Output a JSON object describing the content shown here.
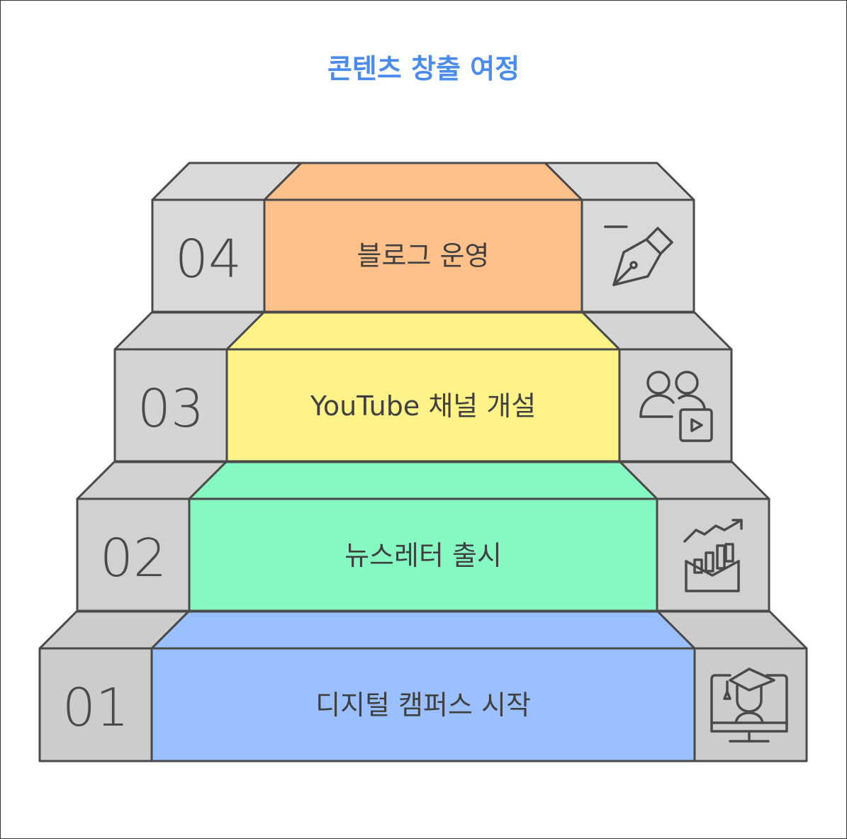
{
  "title": "콘텐츠 창출 여정",
  "steps": [
    {
      "number": "01",
      "label": "디지털 캠퍼스 시작",
      "icon": "graduation-cap-monitor-icon",
      "color": "#9ac0ff"
    },
    {
      "number": "02",
      "label": "뉴스레터 출시",
      "icon": "chart-envelope-icon",
      "color": "#86f9c3"
    },
    {
      "number": "03",
      "label": "YouTube 채널 개설",
      "icon": "users-video-icon",
      "color": "#fff288"
    },
    {
      "number": "04",
      "label": "블로그 운영",
      "icon": "pen-nib-icon",
      "color": "#ffc08a"
    }
  ],
  "colors": {
    "title": "#4a8bf0",
    "side": "#d4d4d4",
    "stroke": "#4a4a4a"
  }
}
